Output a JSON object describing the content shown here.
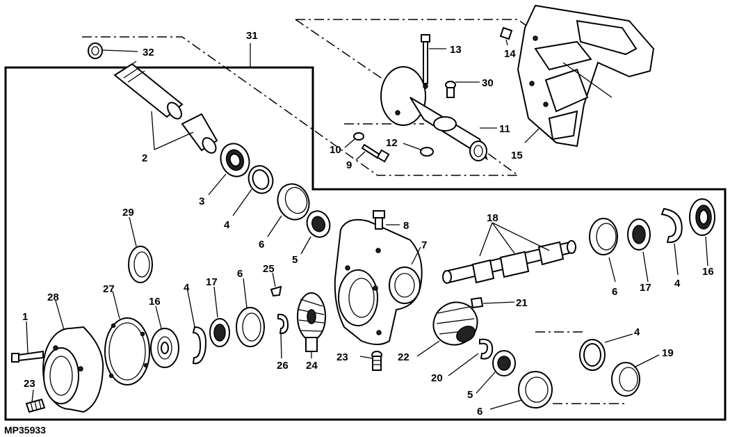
{
  "figure_id": "MP35933",
  "callouts": {
    "c1": "1",
    "c2": "2",
    "c3": "3",
    "c4a": "4",
    "c4b": "4",
    "c4c": "4",
    "c4d": "4",
    "c5a": "5",
    "c5b": "5",
    "c6a": "6",
    "c6b": "6",
    "c6c": "6",
    "c6d": "6",
    "c7": "7",
    "c8": "8",
    "c9": "9",
    "c10": "10",
    "c11": "11",
    "c12": "12",
    "c13": "13",
    "c14": "14",
    "c15": "15",
    "c16a": "16",
    "c16b": "16",
    "c17a": "17",
    "c17b": "17",
    "c18": "18",
    "c19": "19",
    "c20": "20",
    "c21": "21",
    "c22": "22",
    "c23a": "23",
    "c23b": "23",
    "c24": "24",
    "c25": "25",
    "c26": "26",
    "c27": "27",
    "c28": "28",
    "c29": "29",
    "c30": "30",
    "c31": "31",
    "c32": "32"
  }
}
